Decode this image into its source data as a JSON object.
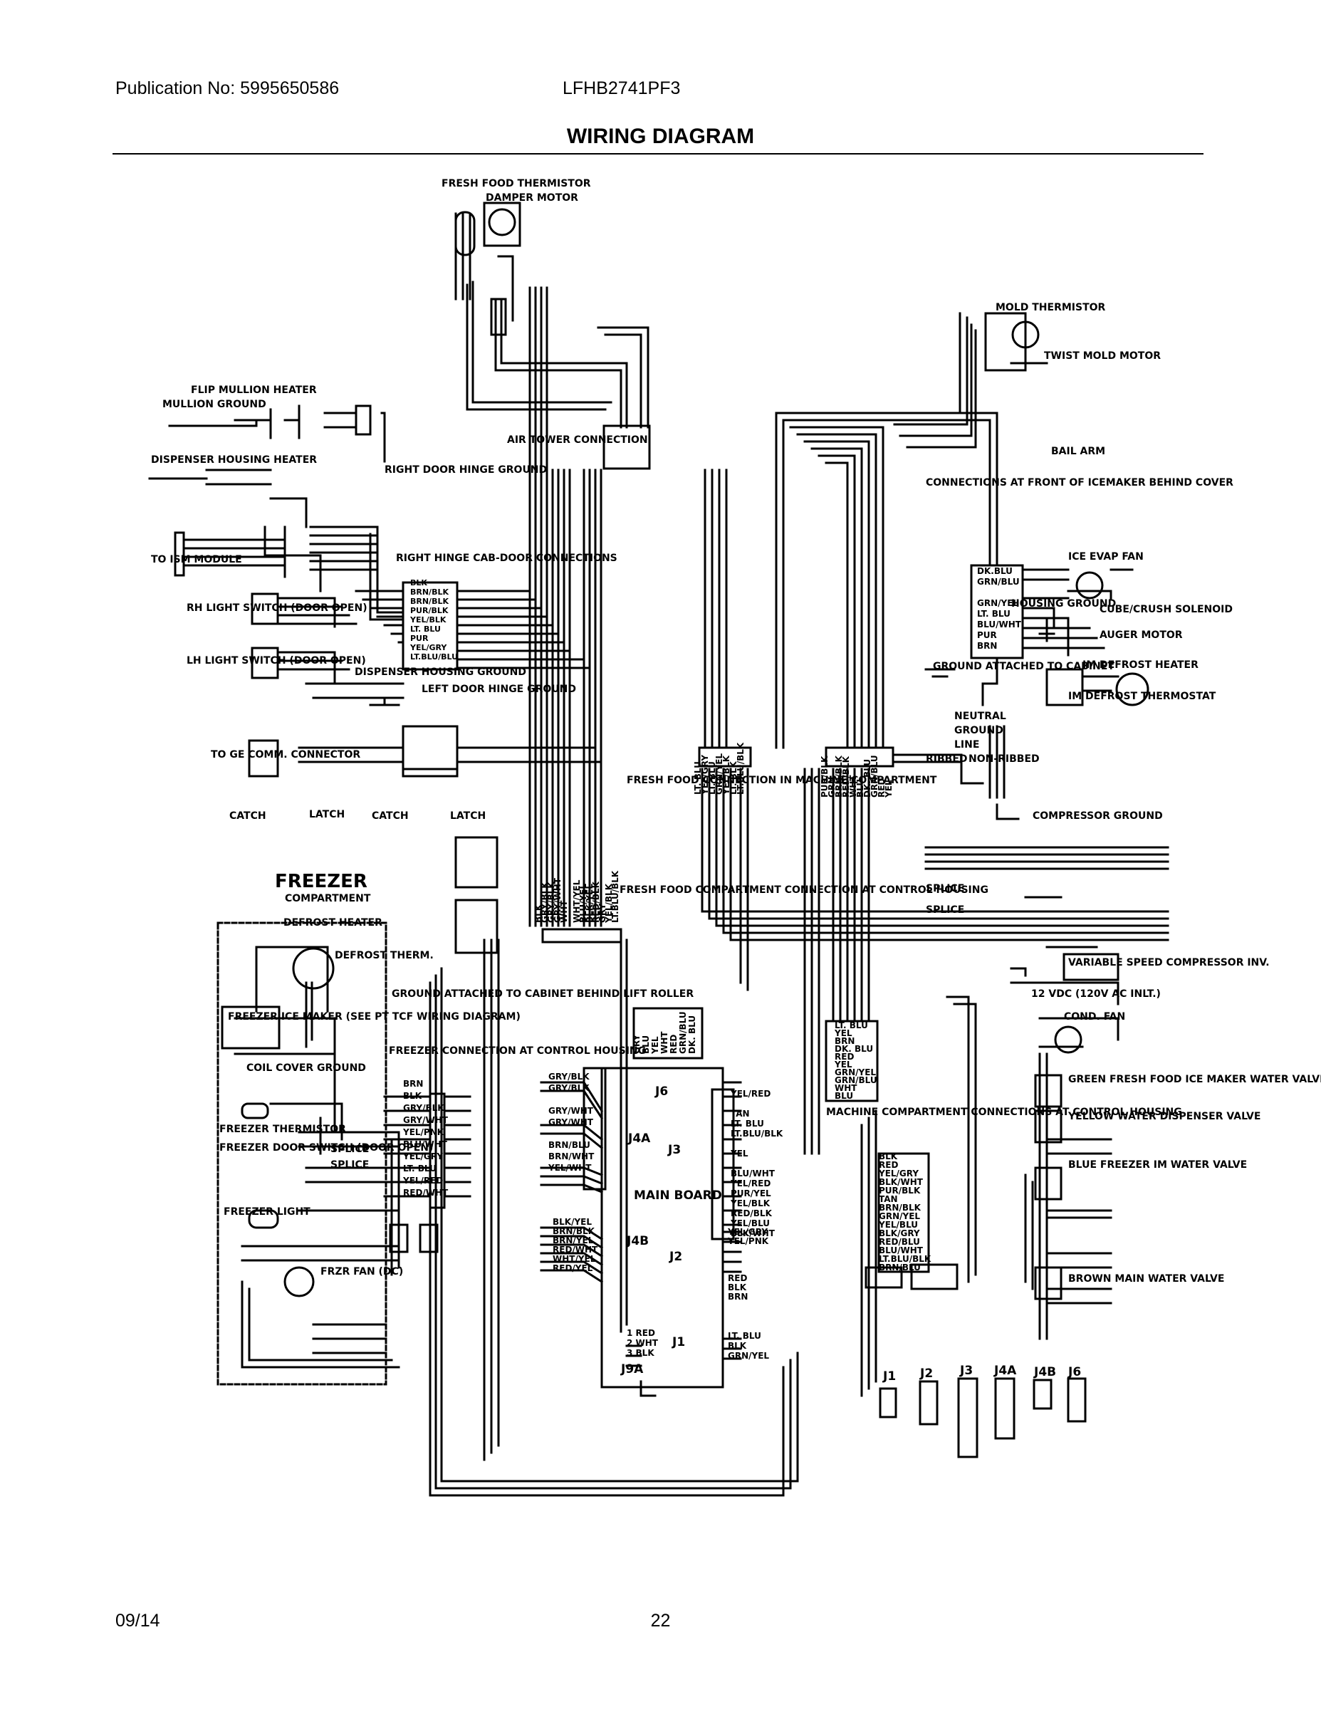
{
  "header": {
    "publication": "Publication No: 5995650586",
    "model": "LFHB2741PF3",
    "title": "WIRING DIAGRAM"
  },
  "footer": {
    "date": "09/14",
    "page": "22"
  },
  "labels": {
    "fresh_food_thermistor": "FRESH FOOD THERMISTOR",
    "damper_motor": "DAMPER MOTOR",
    "flip_mullion_heater": "FLIP MULLION HEATER",
    "mullion_ground": "MULLION GROUND",
    "dispenser_housing_heater": "DISPENSER HOUSING HEATER",
    "right_door_hinge_ground": "RIGHT DOOR HINGE GROUND",
    "air_tower_connection": "AIR TOWER CONNECTION",
    "mold_thermistor": "MOLD THERMISTOR",
    "twist_mold_motor": "TWIST MOLD MOTOR",
    "bail_arm": "BAIL ARM",
    "connections_front_icemaker": "CONNECTIONS AT FRONT OF ICEMAKER BEHIND COVER",
    "to_ism_module": "TO ISM MODULE",
    "right_hinge_cab_door": "RIGHT HINGE CAB-DOOR CONNECTIONS",
    "rh_light_switch": "RH LIGHT SWITCH (DOOR OPEN)",
    "lh_light_switch": "LH LIGHT SWITCH (DOOR OPEN)",
    "dispenser_housing_ground": "DISPENSER HOUSING GROUND",
    "left_door_hinge_ground": "LEFT DOOR HINGE GROUND",
    "evap_fan": "ICE EVAP FAN",
    "housing_ground": "HOUSING GROUND",
    "cube_crush_solenoid": "CUBE/CRUSH SOLENOID",
    "auger_motor": "AUGER MOTOR",
    "ground_attached_cabinet": "GROUND ATTACHED TO CABINET",
    "im_defrost_heater": "IM DEFROST HEATER",
    "im_defrost_thermostat": "IM DEFROST THERMOSTAT",
    "fresh_food_connection_machine": "FRESH FOOD CONNECTION IN MACHINE COMPARTMENT",
    "neutral": "NEUTRAL",
    "ground": "GROUND",
    "line": "LINE",
    "ribbed": "RIBBED",
    "non_ribbed": "NON-RIBBED",
    "compressor_ground": "COMPRESSOR GROUND",
    "to_ge_comm_connector": "TO GE COMM. CONNECTOR",
    "catch": "CATCH",
    "latch": "LATCH",
    "freezer": "FREEZER",
    "compartment": "COMPARTMENT",
    "defrost_heater": "DEFROST HEATER",
    "defrost_therm": "DEFROST THERM.",
    "freezer_ice_maker": "FREEZER ICE MAKER (SEE PT TCF WIRING DIAGRAM)",
    "coil_cover_ground": "COIL COVER GROUND",
    "freezer_thermistor": "FREEZER THERMISTOR",
    "freezer_door_switch": "FREEZER DOOR SWITCH (DOOR OPEN)",
    "freezer_light": "FREEZER LIGHT",
    "frzr_fan": "FRZR FAN (DC)",
    "ground_attached_roller": "GROUND ATTACHED TO CABINET BEHIND LIFT ROLLER",
    "freezer_connection_control": "FREEZER CONNECTION AT CONTROL HOUSING",
    "fresh_food_compartment_control": "FRESH FOOD COMPARTMENT CONNECTION AT CONTROL HOUSING",
    "main_board": "MAIN BOARD",
    "splice": "SPLICE",
    "variable_speed_compressor": "VARIABLE SPEED COMPRESSOR INV.",
    "vdc_note": "12 VDC (120V AC INLT.)",
    "cond_fan": "COND. FAN",
    "green_valve": "GREEN FRESH FOOD ICE MAKER WATER VALVE",
    "yellow_valve": "YELLOW WATER DISPENSER VALVE",
    "blue_valve": "BLUE FREEZER IM WATER VALVE",
    "brown_valve": "BROWN MAIN WATER VALVE",
    "machine_compartment_housing": "MACHINE COMPARTMENT CONNECTIONS AT CONTROL HOUSING"
  },
  "connectors": {
    "j1": "J1",
    "j2": "J2",
    "j3": "J3",
    "j4a": "J4A",
    "j4b": "J4B",
    "j6": "J6",
    "j9a": "J9A"
  },
  "pin_lists": {
    "j6_left": [
      "GRY/BLK",
      "GRY/BLK",
      "",
      "GRY/WHT",
      "GRY/WHT",
      "",
      "BRN/BLU",
      "BRN/WHT",
      "YEL/WHT"
    ],
    "j3_right": [
      "YEL/RED",
      "",
      "TAN",
      "LT. BLU",
      "LT.BLU/BLK",
      "",
      "YEL",
      "",
      "BLU/WHT",
      "YEL/RED",
      "PUR/YEL",
      "YEL/BLK",
      "RED/BLK",
      "YEL/BLU",
      "BLK/WHT"
    ],
    "j4b_left": [
      "BLK/YEL",
      "BRN/BLK",
      "BRN/YEL",
      "RED/WHT",
      "WHT/YEL",
      "RED/YEL"
    ],
    "j2_right": [
      "YEL/GRY",
      "YEL/PNK",
      "",
      "",
      "",
      "RED",
      "BLK",
      "BRN"
    ],
    "j1_right": [
      "LT. BLU",
      "BLK",
      "GRN/YEL"
    ],
    "j9a_left": [
      "1 RED",
      "2 WHT",
      "3 BLK"
    ],
    "freezer_housing": [
      "BRN",
      "BLK",
      "GRY/BLK",
      "GRY/WHT",
      "YEL/PNK",
      "BLU/WHT",
      "YEL/GRY",
      "LT. BLU",
      "YEL/RED",
      "RED/WHT"
    ],
    "machine_housing": [
      "BLK",
      "RED",
      "YEL/GRY",
      "BLK/WHT",
      "PUR/BLK",
      "TAN",
      "BRN/BLK",
      "GRN/YEL",
      "YEL/BLU",
      "BLK/GRY",
      "RED/BLU",
      "BLU/WHT",
      "LT.BLU/BLK",
      "BRN/BLU"
    ],
    "cab_door": [
      "BLK",
      "BRN/BLK",
      "BRN/BLK",
      "PUR/BLK",
      "YEL/BLK",
      "LT. BLU",
      "PUR",
      "YEL/GRY",
      "LT.BLU/BLU"
    ],
    "icemaker_front": [
      "DK.BLU",
      "GRN/BLU",
      "",
      "GRN/YEL",
      "LT. BLU",
      "BLU/WHT",
      "PUR",
      "BRN"
    ],
    "ff_compartment": [
      "BLK",
      "GRY/BLK",
      "GRY/BLK",
      "GRY/WHT",
      "WHT",
      "",
      "WHT/YEL",
      "BLU/YEL",
      "BLK/YEL",
      "RED/BLK",
      "GRY",
      "YEL/BLK",
      "LT.BLU/BLK"
    ],
    "vertical_mid": [
      "GRY",
      "BLU",
      "YEL",
      "WHT",
      "RED",
      "GRN/BLU",
      "DK. BLU"
    ],
    "machine_right": [
      "LT. BLU",
      "YEL",
      "BRN",
      "DK. BLU",
      "RED",
      "YEL",
      "GRN/YEL",
      "GRN/BLU",
      "WHT",
      "BLU"
    ],
    "ff_machine": [
      "LT. BLU",
      "YEL/GRY",
      "LT. BLU",
      "GRN/YEL",
      "YEL/BLK",
      "LT. BLK",
      "LT.BLU/BLK"
    ],
    "machine_vert": [
      "PUR/BLK",
      "GRN",
      "BRN/BLK",
      "RED/BLK",
      "WHT",
      "BLU",
      "DK. BLU",
      "GRN/BLU",
      "RED",
      "YEL"
    ]
  }
}
